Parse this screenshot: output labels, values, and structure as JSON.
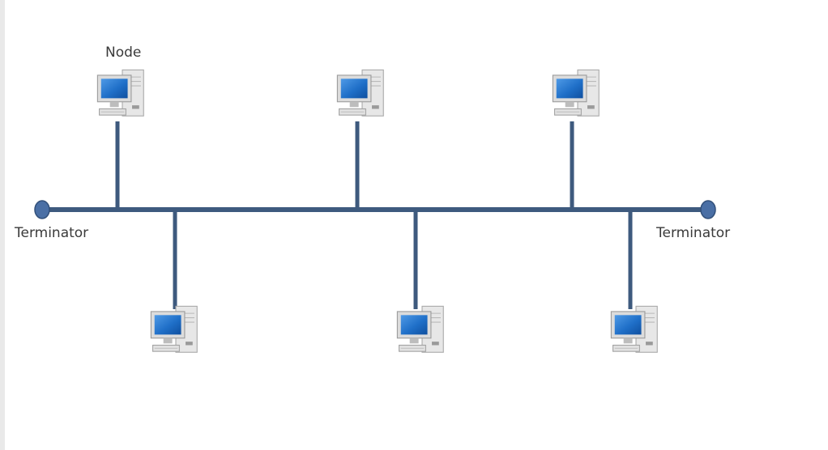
{
  "diagram": {
    "type": "bus network topology",
    "labels": {
      "node": "Node",
      "terminator_left": "Terminator",
      "terminator_right": "Terminator"
    },
    "top_node_count": 3,
    "bottom_node_count": 3,
    "icon": "desktop-computer-icon",
    "colors": {
      "bus": "#3e5a7e",
      "terminator": "#4a6fa5",
      "screen": "#1f6fc8",
      "computer_body": "#e4e4e4"
    }
  }
}
